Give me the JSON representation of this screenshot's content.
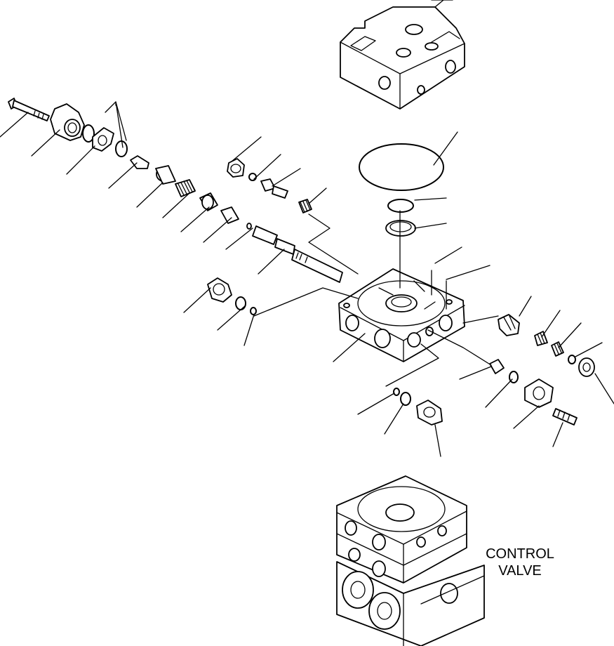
{
  "caption": {
    "line1": "CONTROL",
    "line2": "VALVE"
  },
  "parts": [
    "top-cover-block",
    "large-o-ring",
    "small-o-ring",
    "backup-ring",
    "valve-body",
    "main-spool",
    "spool-return-spring",
    "spool-cap",
    "end-flange",
    "long-bolt",
    "plug-upper",
    "check-poppet",
    "check-spring",
    "relief-plug",
    "relief-o-ring",
    "right-plug",
    "right-spring",
    "right-poppet",
    "right-cap",
    "right-bolt",
    "lower-plug",
    "control-valve-assembly"
  ]
}
